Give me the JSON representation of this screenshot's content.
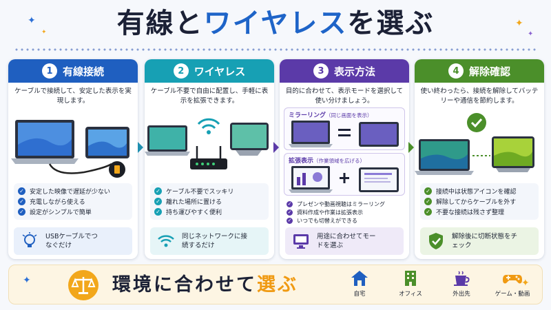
{
  "title": {
    "part1": "有線と",
    "part2": "ワイヤレス",
    "part3": "を選ぶ"
  },
  "panels": [
    {
      "num": "1",
      "heading": "有線接続",
      "desc": "ケーブルで接続して、安定した表示を実現します。",
      "checks": [
        "安定した映像で遅延が少ない",
        "充電しながら使える",
        "設定がシンプルで簡単"
      ],
      "note": "USBケーブルでつなぐだけ"
    },
    {
      "num": "2",
      "heading": "ワイヤレス",
      "desc": "ケーブル不要で自由に配置し、手軽に表示を拡張できます。",
      "checks": [
        "ケーブル不要でスッキリ",
        "離れた場所に置ける",
        "持ち運びやすく便利"
      ],
      "note": "同じネットワークに接続するだけ"
    },
    {
      "num": "3",
      "heading": "表示方法",
      "desc": "目的に合わせて、表示モードを選択して使い分けましょう。",
      "mirror_label": "ミラーリング",
      "mirror_sub": "（同じ画面を表示）",
      "extend_label": "拡張表示",
      "extend_sub": "（作業領域を広げる）",
      "checks": [
        "プレゼンや動画視聴はミラーリング",
        "資料作成や作業は拡張表示",
        "いつでも切替えができる"
      ],
      "note": "用途に合わせてモードを選ぶ"
    },
    {
      "num": "4",
      "heading": "解除確認",
      "desc": "使い終わったら、接続を解除してバッテリーや通信を節約します。",
      "checks": [
        "接続中は状態アイコンを確認",
        "解除してからケーブルを外す",
        "不要な接続は残さず整理"
      ],
      "note": "解除後に切断状態をチェック"
    }
  ],
  "bottom": {
    "title_a": "環境に合わせて",
    "title_b": "選ぶ",
    "uses": [
      {
        "label": "自宅",
        "icon": "home-icon"
      },
      {
        "label": "オフィス",
        "icon": "office-building-icon"
      },
      {
        "label": "外出先",
        "icon": "coffee-cup-icon"
      },
      {
        "label": "ゲーム・動画",
        "icon": "gamepad-icon"
      }
    ]
  },
  "colors": {
    "blue": "#1f5fc0",
    "teal": "#17a0b4",
    "purple": "#5b3aa8",
    "green": "#4b8f2a",
    "orange": "#f09a12"
  }
}
